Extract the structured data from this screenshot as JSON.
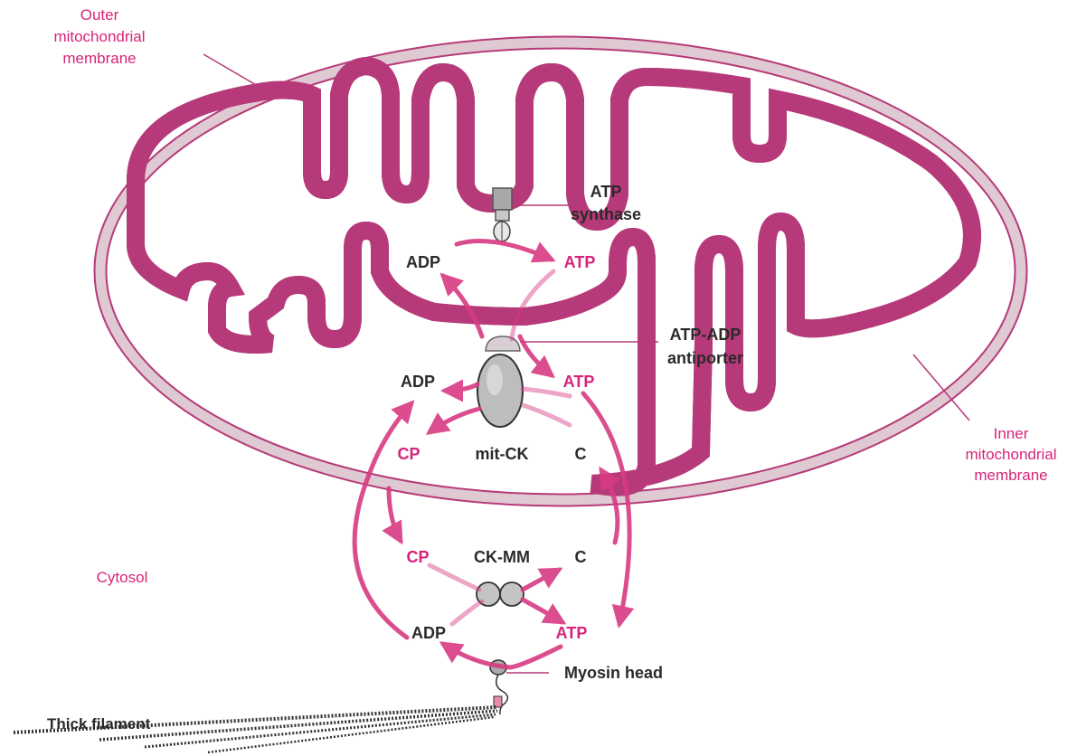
{
  "colors": {
    "membrane_fill": "#dfc9d3",
    "membrane_edge": "#b63a79",
    "accent": "#d6247a",
    "arrow": "#d83a82",
    "protein": "#b8b8b8",
    "text_dark": "#2a2a2a"
  },
  "labels": {
    "outer_membrane": [
      "Outer",
      "mitochondrial",
      "membrane"
    ],
    "inner_membrane": [
      "Inner",
      "mitochondrial",
      "membrane"
    ],
    "cytosol": "Cytosol",
    "atp_synthase": [
      "ATP",
      "synthase"
    ],
    "antiporter": [
      "ATP-ADP",
      "antiporter"
    ],
    "mit_ck": "mit-CK",
    "ck_mm": "CK-MM",
    "myosin_head": "Myosin head",
    "thick_filament": "Thick filament"
  },
  "molecules": {
    "adp_top": "ADP",
    "atp_top": "ATP",
    "adp_mid": "ADP",
    "atp_mid": "ATP",
    "cp_mito": "CP",
    "c_mito": "C",
    "cp_cyto": "CP",
    "c_cyto": "C",
    "adp_bottom": "ADP",
    "atp_bottom": "ATP"
  },
  "icons": [
    "atp-synthase-icon",
    "antiporter-icon",
    "mit-ck-icon",
    "ck-mm-icon",
    "myosin-head-icon",
    "thick-filament-icon"
  ]
}
